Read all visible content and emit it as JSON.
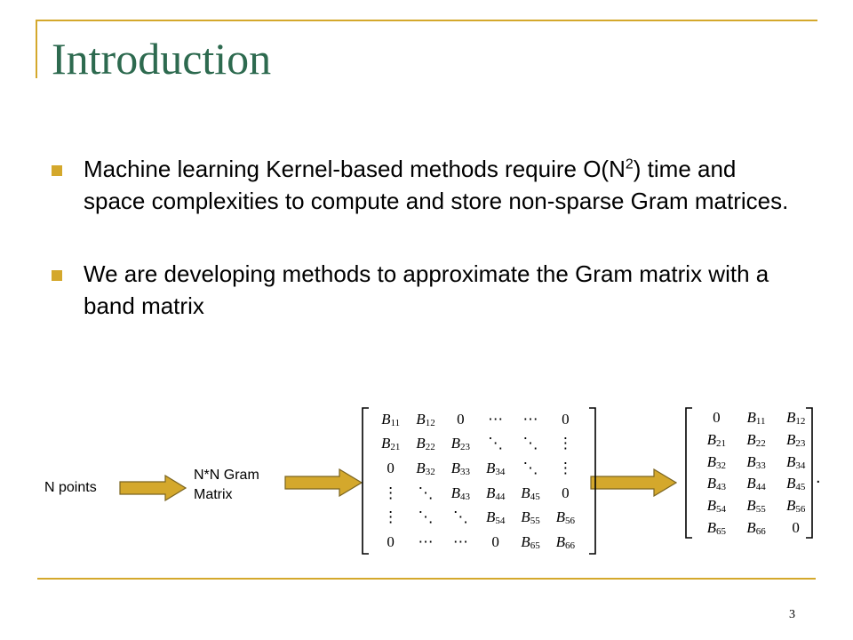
{
  "slide": {
    "title": "Introduction",
    "page_number": "3",
    "accent_color": "#d4a82c",
    "title_color": "#2d6a4f"
  },
  "bullets": [
    {
      "text_before_sup": "Machine learning Kernel-based methods require O(N",
      "sup": "2",
      "text_after_sup": ") time and space complexities to compute and store non-sparse Gram matrices."
    },
    {
      "text_before_sup": "We are developing methods to approximate the Gram matrix with a band matrix",
      "sup": "",
      "text_after_sup": ""
    }
  ],
  "diagram": {
    "input_label": "N points",
    "gram_label_line1": "N*N Gram",
    "gram_label_line2": "Matrix",
    "arrow_icon": "right-arrow-icon",
    "band_matrix": [
      [
        "B11",
        "B12",
        "0",
        "⋯",
        "⋯",
        "0"
      ],
      [
        "B21",
        "B22",
        "B23",
        "⋱",
        "⋱",
        "⋮"
      ],
      [
        "0",
        "B32",
        "B33",
        "B34",
        "⋱",
        "⋮"
      ],
      [
        "⋮",
        "⋱",
        "B43",
        "B44",
        "B45",
        "0"
      ],
      [
        "⋮",
        "⋱",
        "⋱",
        "B54",
        "B55",
        "B56"
      ],
      [
        "0",
        "⋯",
        "⋯",
        "0",
        "B65",
        "B66"
      ]
    ],
    "compact_matrix": [
      [
        "0",
        "B11",
        "B12"
      ],
      [
        "B21",
        "B22",
        "B23"
      ],
      [
        "B32",
        "B33",
        "B34"
      ],
      [
        "B43",
        "B44",
        "B45"
      ],
      [
        "B54",
        "B55",
        "B56"
      ],
      [
        "B65",
        "B66",
        "0"
      ]
    ],
    "trailing_dot": "."
  }
}
